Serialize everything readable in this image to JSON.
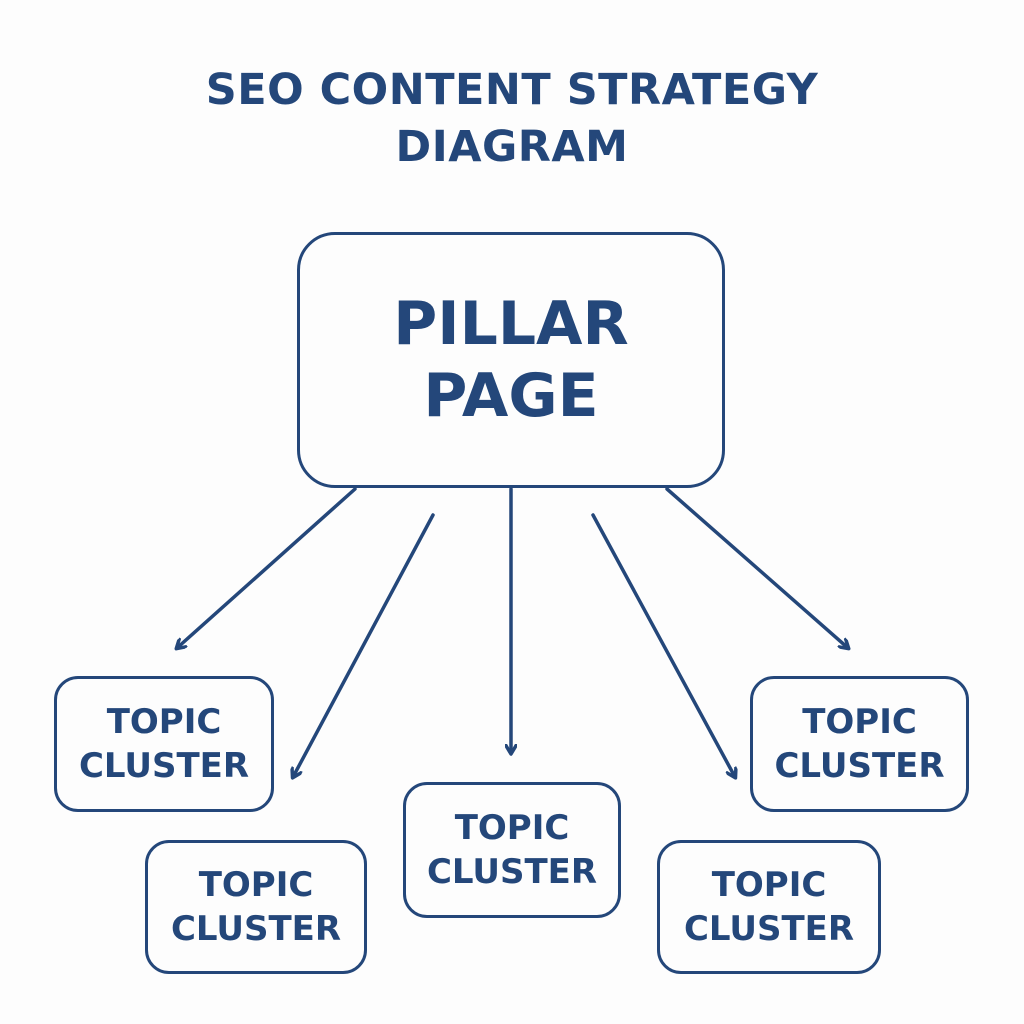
{
  "title": {
    "line1": "SEO CONTENT STRATEGY",
    "line2": "DIAGRAM"
  },
  "colors": {
    "stroke": "#24477a",
    "text": "#24477a",
    "background": "#fdfdfd"
  },
  "pillar": {
    "line1": "PILLAR",
    "line2": "PAGE"
  },
  "clusters": [
    {
      "line1": "TOPIC",
      "line2": "CLUSTER"
    },
    {
      "line1": "TOPIC",
      "line2": "CLUSTER"
    },
    {
      "line1": "TOPIC",
      "line2": "CLUSTER"
    },
    {
      "line1": "TOPIC",
      "line2": "CLUSTER"
    },
    {
      "line1": "TOPIC",
      "line2": "CLUSTER"
    }
  ],
  "edges": [
    {
      "from": "pillar",
      "to": "cluster-0"
    },
    {
      "from": "pillar",
      "to": "cluster-1"
    },
    {
      "from": "pillar",
      "to": "cluster-2"
    },
    {
      "from": "pillar",
      "to": "cluster-4"
    },
    {
      "from": "pillar",
      "to": "cluster-3"
    }
  ]
}
